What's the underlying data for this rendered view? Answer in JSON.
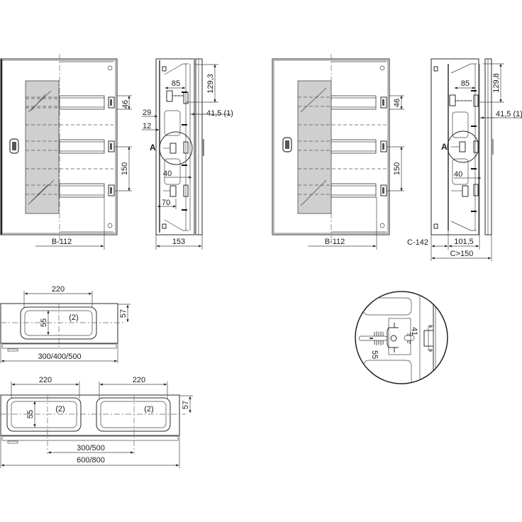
{
  "drawing": {
    "front_view_1": {
      "dims": {
        "rail_height": "46",
        "rail_pitch": "150",
        "width": "B-112"
      }
    },
    "side_view_1": {
      "dims": {
        "top": "129,3",
        "depth_rail": "85",
        "offset_29": "29",
        "offset_12": "12",
        "door": "41,5 (1)",
        "detail_label": "A",
        "d40": "40",
        "d70": "70",
        "overall_depth": "153"
      }
    },
    "front_view_2": {
      "dims": {
        "rail_height": "46",
        "rail_pitch": "150",
        "width": "B-112"
      }
    },
    "side_view_2": {
      "dims": {
        "top": "129,8",
        "depth_rail": "85",
        "door": "41,5 (1)",
        "detail_label": "A",
        "d40": "40",
        "c_minus": "C-142",
        "inner_depth": "101,5",
        "overall_depth": "C>150"
      }
    },
    "top_view_single": {
      "dims": {
        "cutout_width": "220",
        "cutout_height": "55",
        "note": "(2)",
        "height": "57",
        "width": "300/400/500"
      }
    },
    "top_view_double": {
      "dims": {
        "cutout_width_left": "220",
        "cutout_width_right": "220",
        "cutout_height": "55",
        "note_left": "(2)",
        "note_right": "(2)",
        "height": "57",
        "center_distance": "300/500",
        "width": "600/800"
      }
    },
    "detail_A": {
      "marks": {
        "scale_top": "41",
        "scale_bottom": "55"
      }
    }
  }
}
